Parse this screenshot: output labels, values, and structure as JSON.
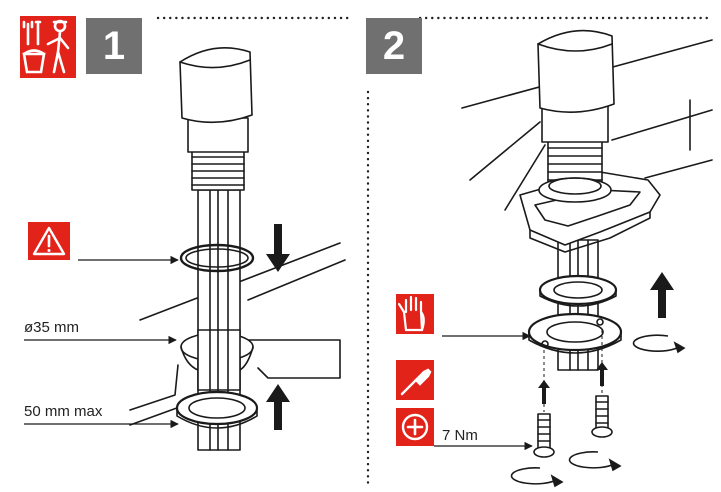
{
  "steps": [
    {
      "number": "1"
    },
    {
      "number": "2"
    }
  ],
  "labels": {
    "diameter": "ø35 mm",
    "max_thickness": "50 mm max",
    "torque": "7 Nm"
  },
  "icons": {
    "tools_worker": "tools-and-worker-icon",
    "warning": "warning-triangle-icon",
    "hand": "hand-icon",
    "screwdriver": "screwdriver-icon",
    "phillips": "phillips-screw-icon"
  },
  "colors": {
    "accent_red": "#e2231a",
    "step_gray": "#707070",
    "line": "#1a1a1a"
  }
}
